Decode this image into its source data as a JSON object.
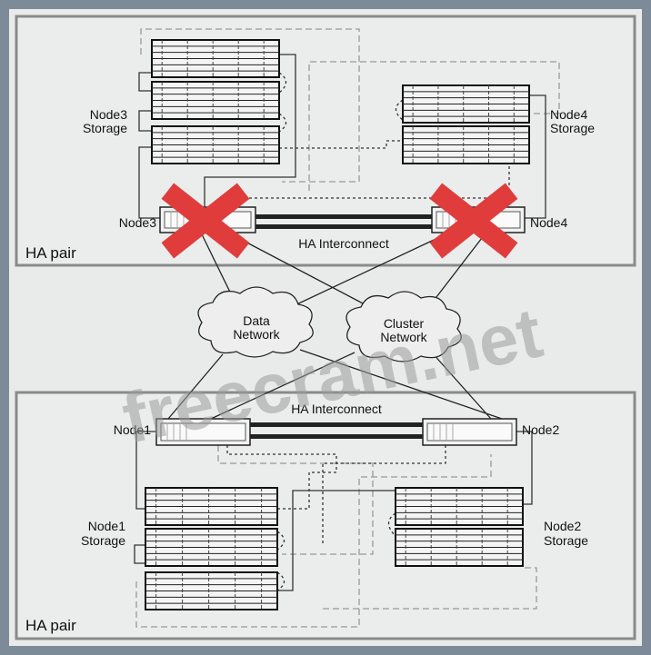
{
  "top_pair": {
    "label": "HA pair",
    "interconnect_label": "HA Interconnect",
    "node_a": {
      "name": "Node3",
      "storage_label": [
        "Node3",
        "Storage"
      ],
      "shelves": 3,
      "failed": true
    },
    "node_b": {
      "name": "Node4",
      "storage_label": [
        "Node4",
        "Storage"
      ],
      "shelves": 2,
      "failed": true
    }
  },
  "networks": {
    "data": [
      "Data",
      "Network"
    ],
    "cluster": [
      "Cluster",
      "Network"
    ]
  },
  "bottom_pair": {
    "label": "HA pair",
    "interconnect_label": "HA Interconnect",
    "node_a": {
      "name": "Node1",
      "storage_label": [
        "Node1",
        "Storage"
      ],
      "shelves": 3,
      "failed": false
    },
    "node_b": {
      "name": "Node2",
      "storage_label": [
        "Node2",
        "Storage"
      ],
      "shelves": 2,
      "failed": false
    }
  },
  "watermark": "freecram.net",
  "colors": {
    "failure": "#e03c3c",
    "background": "#e9ebeb",
    "frame": "#7d8b99"
  }
}
